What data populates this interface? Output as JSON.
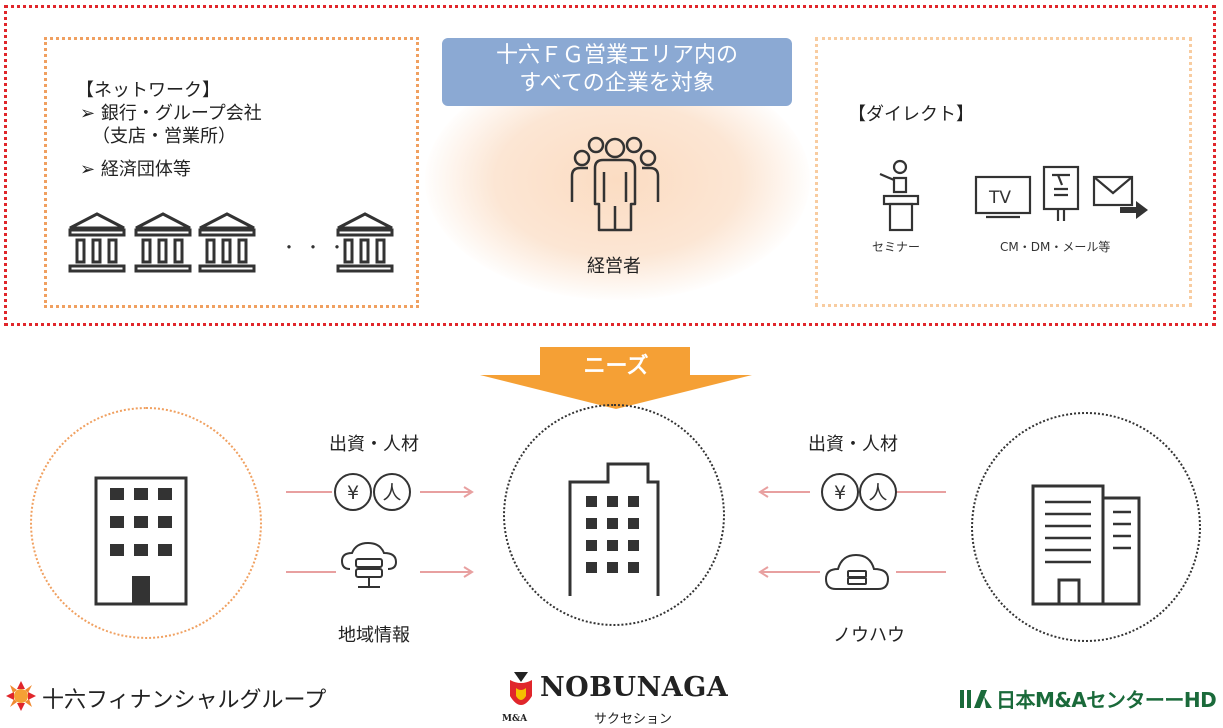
{
  "top": {
    "target_banner": {
      "line1": "十六ＦＧ営業エリア内の",
      "line2": "すべての企業を対象"
    },
    "network": {
      "heading": "【ネットワーク】",
      "items": [
        "銀行・グループ会社",
        "（支店・営業所）",
        "経済団体等"
      ],
      "bullet": "➢",
      "ellipsis": "・・・"
    },
    "center_label": "経営者",
    "direct": {
      "heading": "【ダイレクト】",
      "seminar_label": "セミナー",
      "media_label": "CM・DM・メール等",
      "tv_text": "TV"
    }
  },
  "needs_arrow": {
    "label": "ニーズ"
  },
  "left_flow": {
    "top_label": "出資・人材",
    "bottom_label": "地域情報",
    "yen": "¥",
    "person": "人"
  },
  "right_flow": {
    "top_label": "出資・人材",
    "bottom_label": "ノウハウ",
    "yen": "¥",
    "person": "人"
  },
  "logos": {
    "juroku": "十六フィナンシャルグループ",
    "nobunaga_main": "NOBUNAGA",
    "nobunaga_sub": "サクセション",
    "nobunaga_ma": "M&A",
    "nihon": "日本M&Aセンター",
    "nihon_suffix": "HD"
  },
  "colors": {
    "red_dotted": "#e0262b",
    "orange": "#f5a035",
    "banner": "#8ba9d3",
    "flow_arrow": "#e8a0a0",
    "icon": "#333333"
  }
}
